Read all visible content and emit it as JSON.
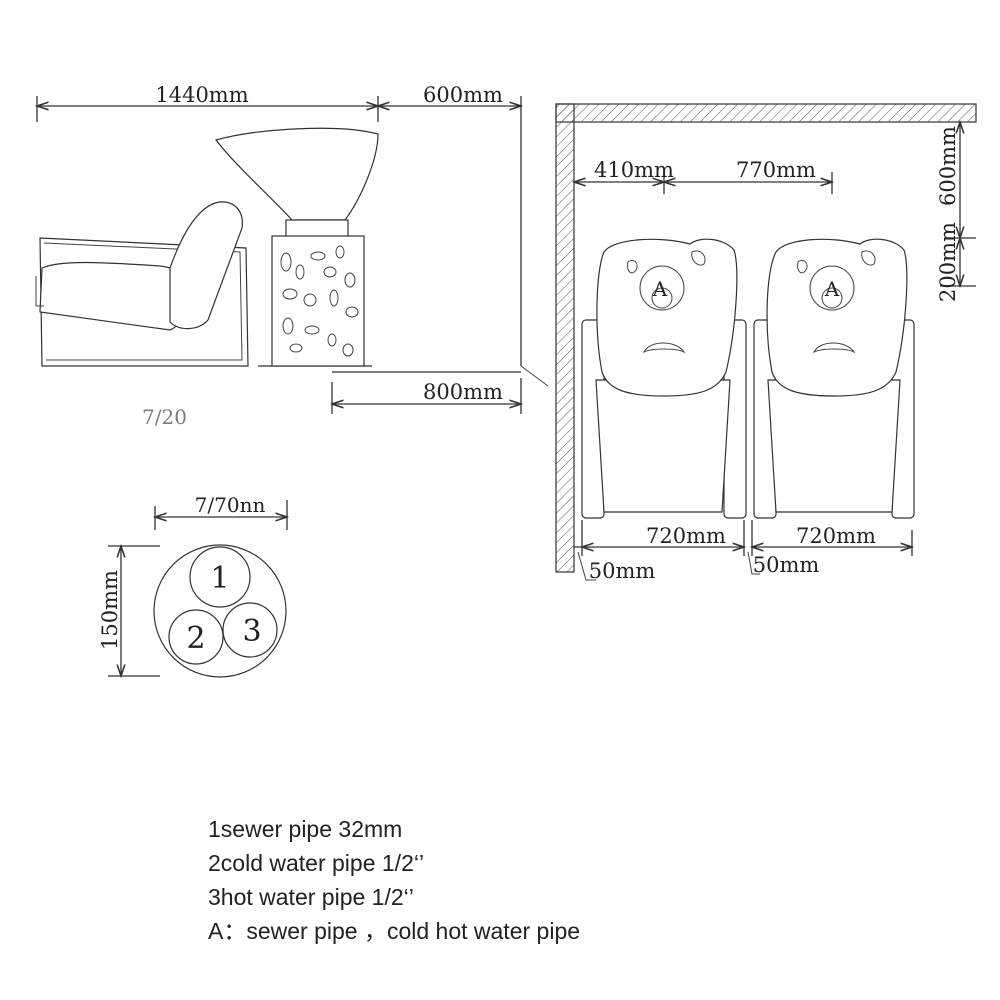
{
  "side_view": {
    "dim_chair_width": "1440mm",
    "dim_gap": "600mm",
    "dim_floor": "800mm",
    "smudged_label": "7/20"
  },
  "pipe_detail": {
    "dim_width": "7/70nn",
    "dim_height": "150mm",
    "pipes": [
      "1",
      "2",
      "3"
    ]
  },
  "plan_view": {
    "dim_wall_offset": "410mm",
    "dim_between": "770mm",
    "dim_top": "600mm",
    "dim_pipe_height": "200mm",
    "dim_unit_1": "720mm",
    "dim_unit_2": "720mm",
    "dim_gap_1": "50mm",
    "dim_gap_2": "50mm",
    "pipe_marker": "A"
  },
  "legend": {
    "line1": "1sewer pipe 32mm",
    "line2": "2cold water pipe 1/2‘’",
    "line3": "3hot water pipe 1/2‘’",
    "line4": "A：sewer pipe ，cold hot water pipe"
  }
}
